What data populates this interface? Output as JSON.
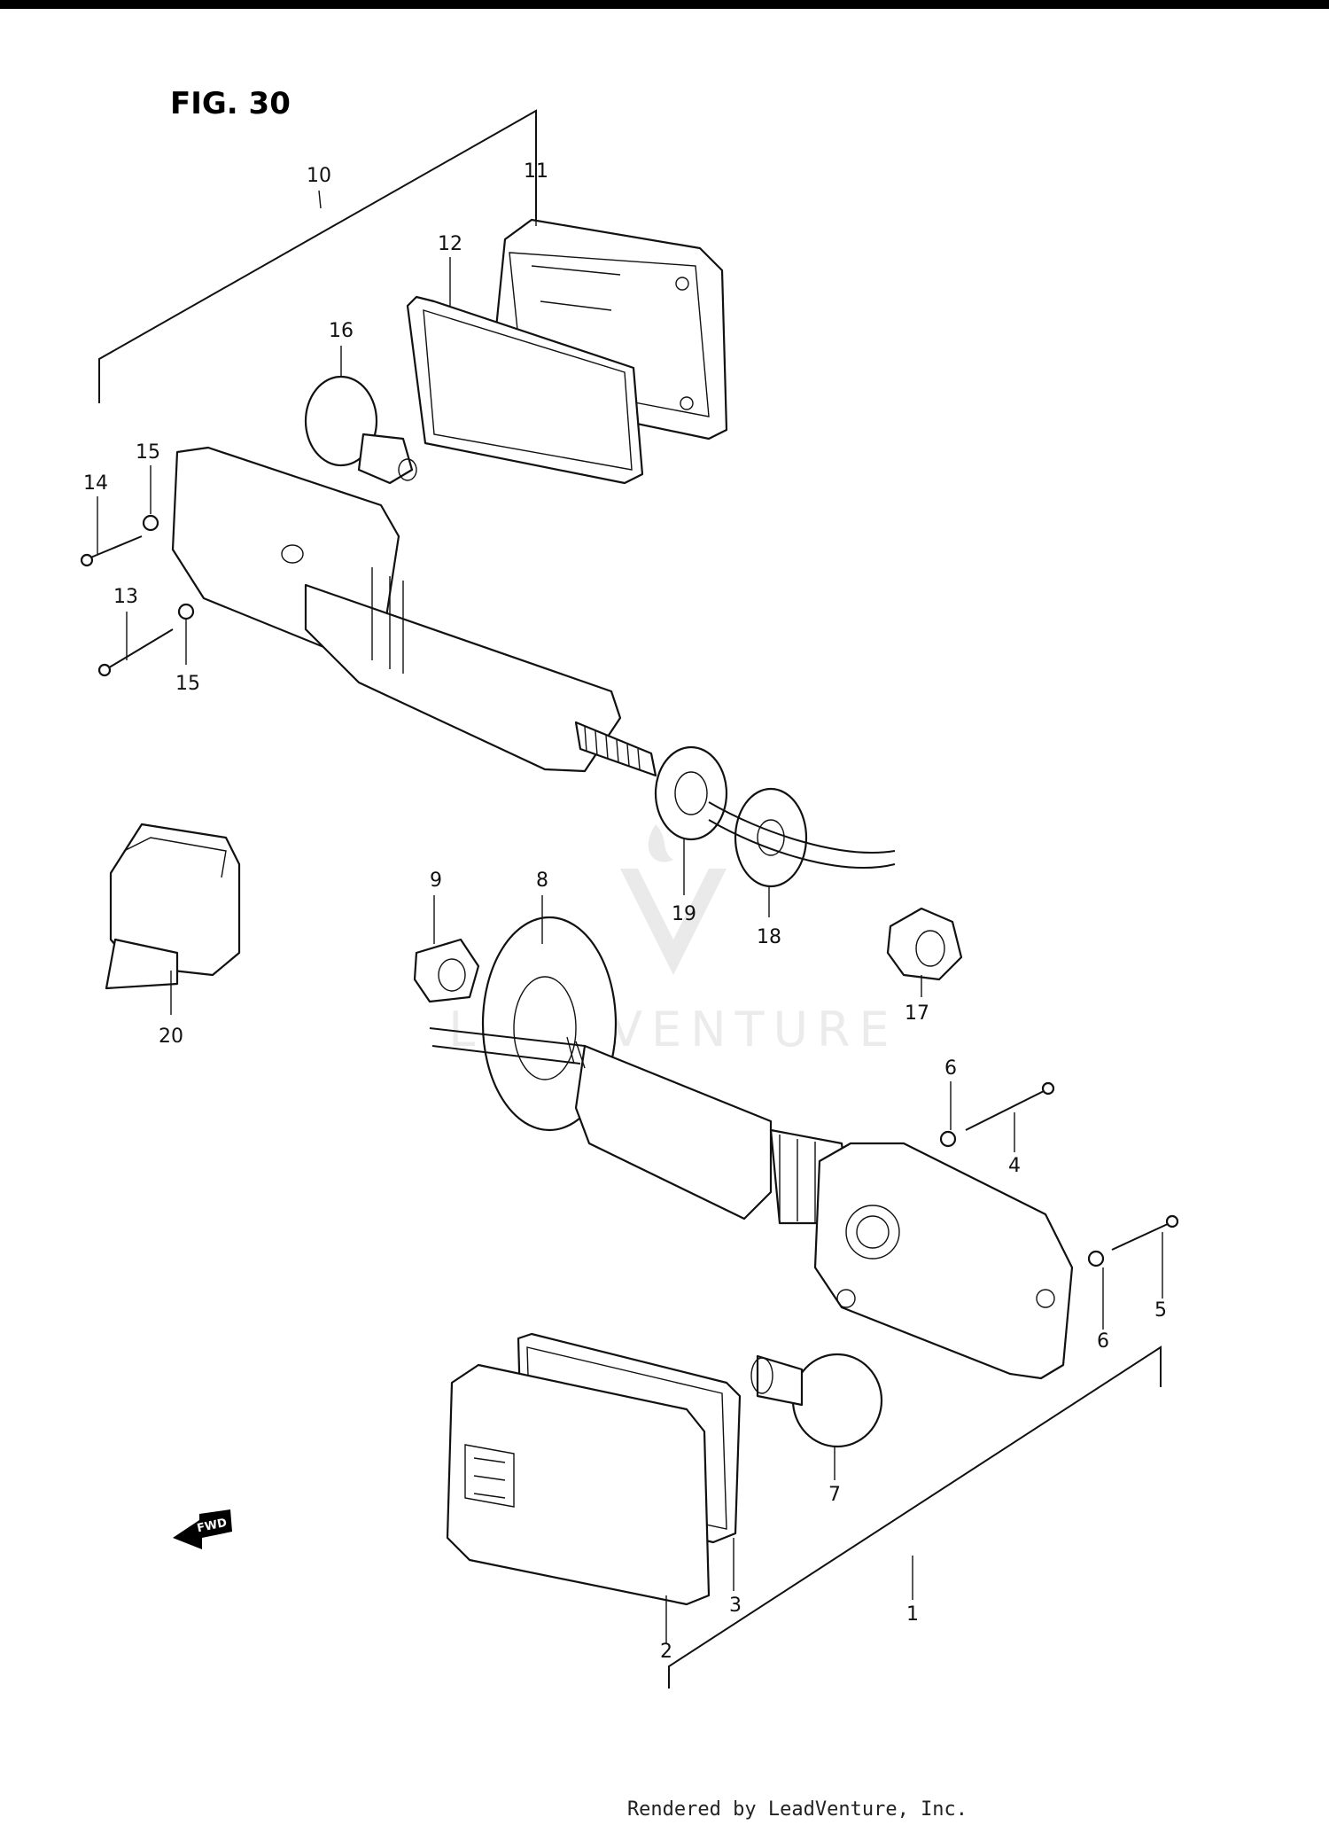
{
  "figure_label": "FIG. 30",
  "footer": "Rendered by LeadVenture, Inc.",
  "watermark": "LEADVENTURE",
  "fwd_label": "FWD",
  "callouts": {
    "c1": "1",
    "c2": "2",
    "c3": "3",
    "c4": "4",
    "c5": "5",
    "c6a": "6",
    "c6b": "6",
    "c7": "7",
    "c8": "8",
    "c9": "9",
    "c10": "10",
    "c11": "11",
    "c12": "12",
    "c13": "13",
    "c14": "14",
    "c15a": "15",
    "c15b": "15",
    "c16": "16",
    "c17": "17",
    "c18": "18",
    "c19": "19",
    "c20": "20"
  }
}
